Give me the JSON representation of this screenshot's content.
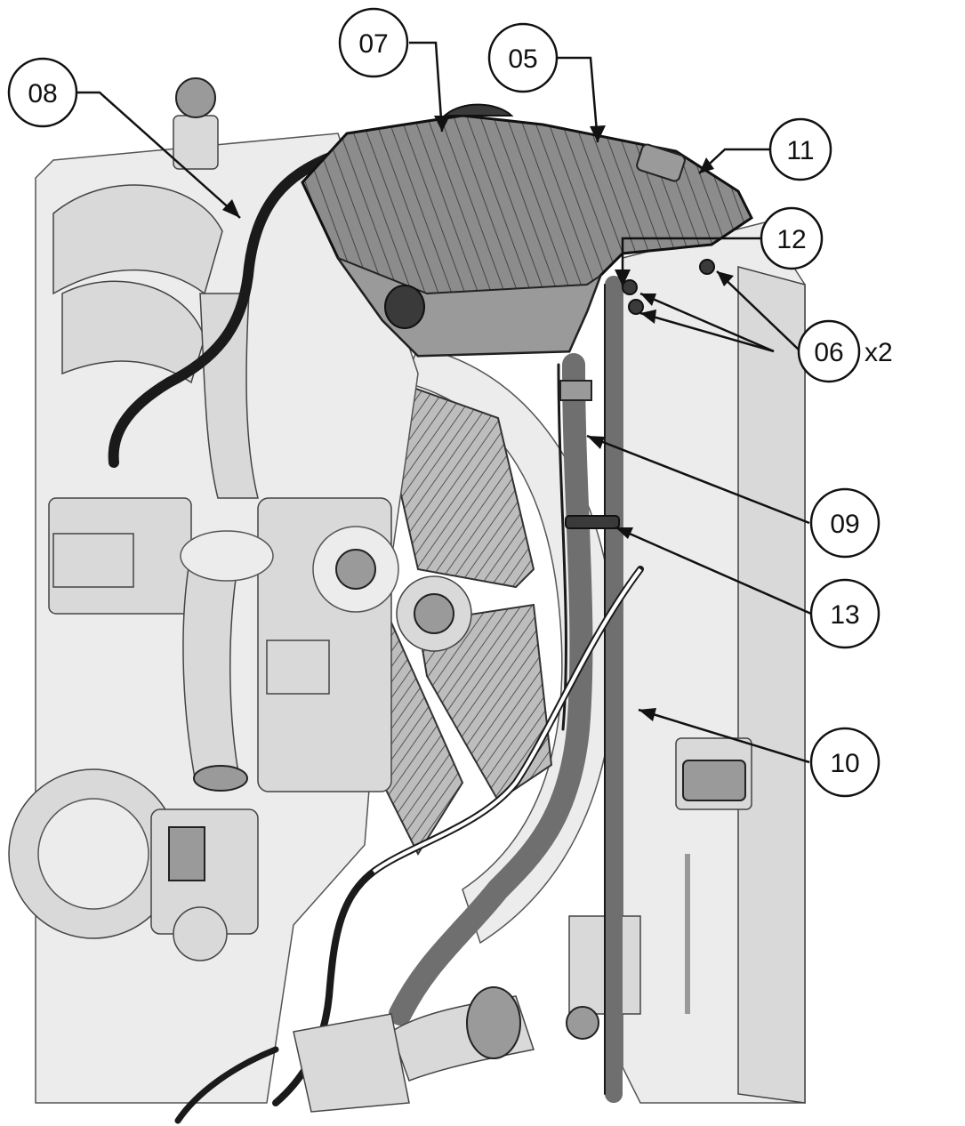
{
  "callouts": [
    {
      "label": "07"
    },
    {
      "label": "05"
    },
    {
      "label": "08"
    },
    {
      "label": "11"
    },
    {
      "label": "12"
    },
    {
      "label": "06",
      "suffix": "x2"
    },
    {
      "label": "09"
    },
    {
      "label": "13"
    },
    {
      "label": "10"
    }
  ]
}
